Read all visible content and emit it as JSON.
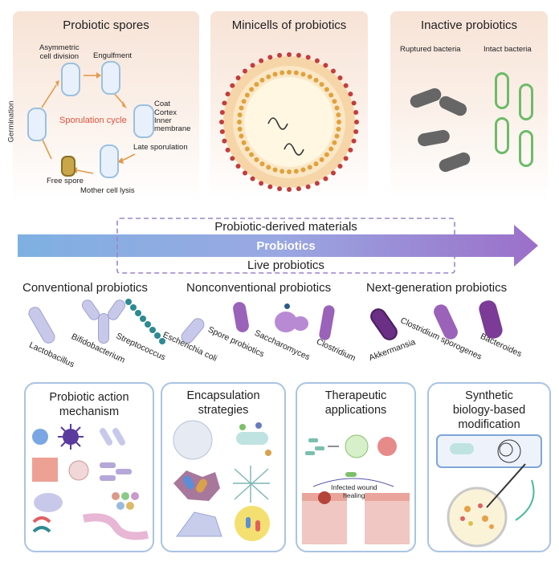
{
  "panels": {
    "spores": {
      "title": "Probiotic spores",
      "cycle_label": "Sporulation cycle",
      "labels": {
        "asymmetric": "Asymmetric\ncell division",
        "engulfment": "Engulfment",
        "coat": "Coat",
        "cortex": "Cortex",
        "inner": "Inner\nmembrane",
        "late": "Late sporulation",
        "lysis": "Mother cell lysis",
        "free": "Free spore",
        "germination": "Germination"
      }
    },
    "minicells": {
      "title": "Minicells of probiotics"
    },
    "inactive": {
      "title": "Inactive probiotics",
      "ruptured": "Ruptured bacteria",
      "intact": "Intact bacteria"
    }
  },
  "arrow": {
    "top_label": "Probiotic-derived materials",
    "center_label": "Probiotics",
    "bottom_label": "Live probiotics"
  },
  "categories": {
    "conventional": "Conventional probiotics",
    "nonconventional": "Nonconventional probiotics",
    "nextgen": "Next-generation probiotics"
  },
  "bacteria": [
    {
      "name": "Lactobacillus",
      "color": "#c8c9ea"
    },
    {
      "name": "Bifidobacterium",
      "color": "#c8c9ea"
    },
    {
      "name": "Streptococcus",
      "color": "#2c8a91"
    },
    {
      "name": "Escherichia coli",
      "color": "#c8c9ea"
    },
    {
      "name": "Spore probiotics",
      "color": "#9a62b8"
    },
    {
      "name": "Saccharomyces",
      "color": "#b98ad4"
    },
    {
      "name": "Clostridium",
      "color": "#9a62b8"
    },
    {
      "name": "Akkermansia",
      "color": "#6b2f86"
    },
    {
      "name": "Clostridium sporogenes",
      "color": "#9a62b8"
    },
    {
      "name": "Bacteroides",
      "color": "#7b3b96"
    }
  ],
  "boxes": {
    "mechanism": "Probiotic action\nmechanism",
    "encapsulation": "Encapsulation\nstrategies",
    "therapeutic": "Therapeutic\napplications",
    "synthetic": "Synthetic\nbiology-based\nmodification",
    "wound_label": "Infected wound\nhealing"
  },
  "colors": {
    "panel_bg": "#f7e3d6",
    "arrow_start": "#6fa6dc",
    "arrow_end": "#9b6fc9",
    "box_border": "#a9c4e2",
    "dashed_border": "#9a86c9",
    "sporulation_red": "#e0523f"
  }
}
